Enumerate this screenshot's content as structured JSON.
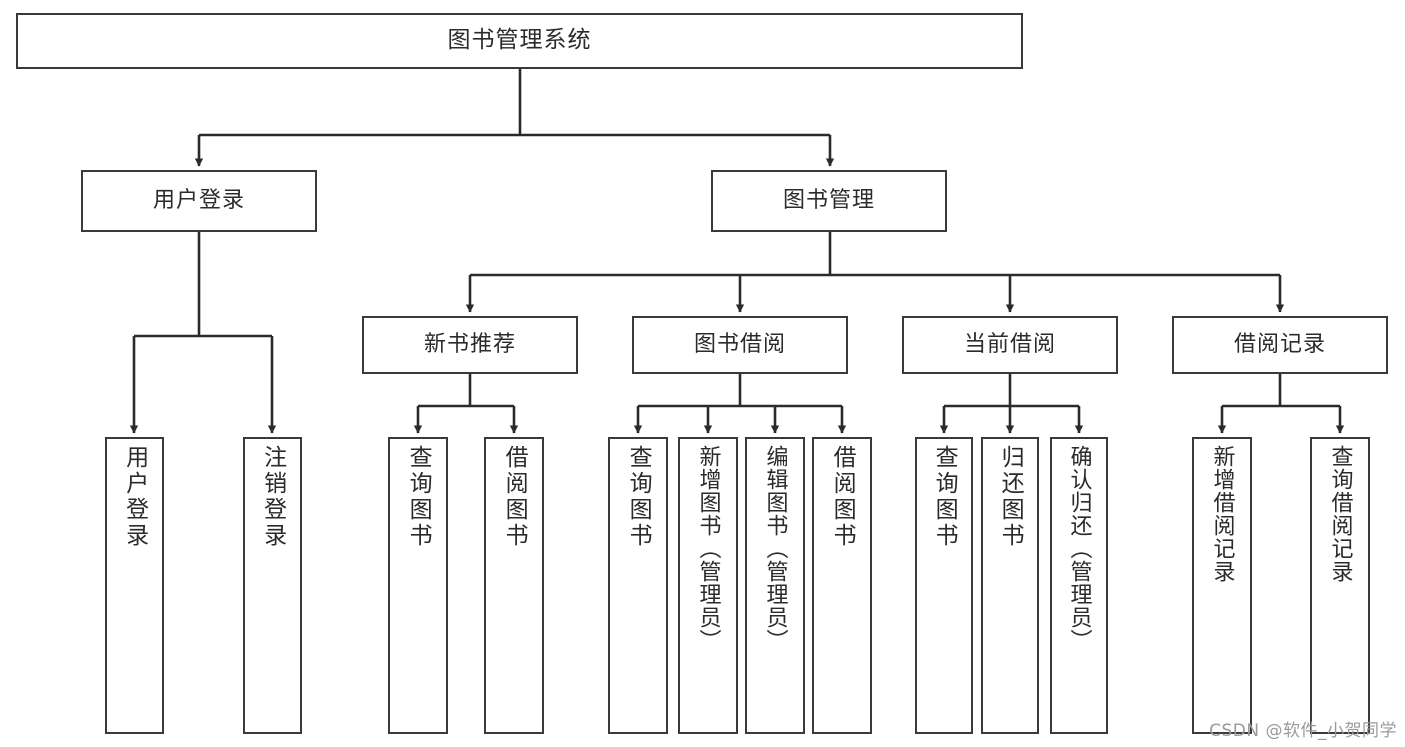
{
  "diagram": {
    "title": "图书管理系统",
    "type": "tree-hierarchy-chart",
    "watermark": "CSDN @软件_小贺同学",
    "colors": {
      "box_border": "#3a3a3a",
      "box_fill": "#ffffff",
      "edge": "#2b2b2b",
      "text": "#2b2b2b",
      "watermark": "#9a9a9a",
      "background": "#ffffff"
    },
    "levels": {
      "root": {
        "label": "图书管理系统"
      },
      "level2": [
        {
          "id": "user-login",
          "label": "用户登录"
        },
        {
          "id": "book-management",
          "label": "图书管理"
        }
      ],
      "level3": [
        {
          "id": "new-book-recommend",
          "label": "新书推荐"
        },
        {
          "id": "book-borrow",
          "label": "图书借阅"
        },
        {
          "id": "current-borrow",
          "label": "当前借阅"
        },
        {
          "id": "borrow-record",
          "label": "借阅记录"
        }
      ],
      "leaves": {
        "user-login": [
          {
            "id": "leaf-user-login",
            "label": "用户登录"
          },
          {
            "id": "leaf-logout-login",
            "label": "注销登录"
          }
        ],
        "new-book-recommend": [
          {
            "id": "leaf-query-book-1",
            "label": "查询图书"
          },
          {
            "id": "leaf-borrow-book-1",
            "label": "借阅图书"
          }
        ],
        "book-borrow": [
          {
            "id": "leaf-query-book-2",
            "label": "查询图书"
          },
          {
            "id": "leaf-add-book",
            "label": "新增图书（管理员）"
          },
          {
            "id": "leaf-edit-book",
            "label": "编辑图书（管理员）"
          },
          {
            "id": "leaf-borrow-book-2",
            "label": "借阅图书"
          }
        ],
        "current-borrow": [
          {
            "id": "leaf-query-book-3",
            "label": "查询图书"
          },
          {
            "id": "leaf-return-book",
            "label": "归还图书"
          },
          {
            "id": "leaf-confirm-return",
            "label": "确认归还（管理员）"
          }
        ],
        "borrow-record": [
          {
            "id": "leaf-add-record",
            "label": "新增借阅记录"
          },
          {
            "id": "leaf-query-record",
            "label": "查询借阅记录"
          }
        ]
      }
    }
  }
}
